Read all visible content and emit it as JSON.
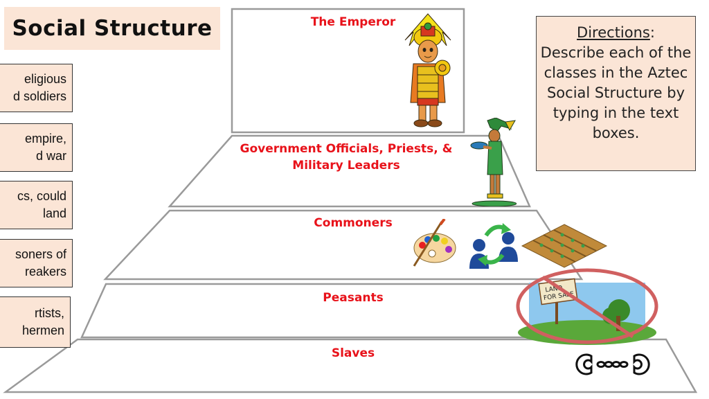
{
  "title": "Social Structure",
  "text_boxes": [
    "eligious\nd soldiers",
    "empire,\nd war",
    "cs, could\nland",
    "soners of\nreakers",
    "rtists,\nhermen"
  ],
  "levels": {
    "emperor": "The Emperor",
    "officials": "Government Officials, Priests, & Military Leaders",
    "commoners": "Commoners",
    "peasants": "Peasants",
    "slaves": "Slaves"
  },
  "directions": {
    "heading": "Directions",
    "colon": ":",
    "body": "Describe each of the classes in the Aztec Social Structure by typing in the text boxes."
  },
  "land_sign": "LAND FOR SALE",
  "colors": {
    "level_text": "#e8121a",
    "box_fill": "#fbe5d6",
    "pyramid_line": "#9a9a9a"
  },
  "icons": [
    "emperor-figure-icon",
    "priest-figure-icon",
    "paint-palette-icon",
    "people-exchange-icon",
    "farm-field-icon",
    "no-land-for-sale-icon",
    "handcuffs-icon"
  ]
}
